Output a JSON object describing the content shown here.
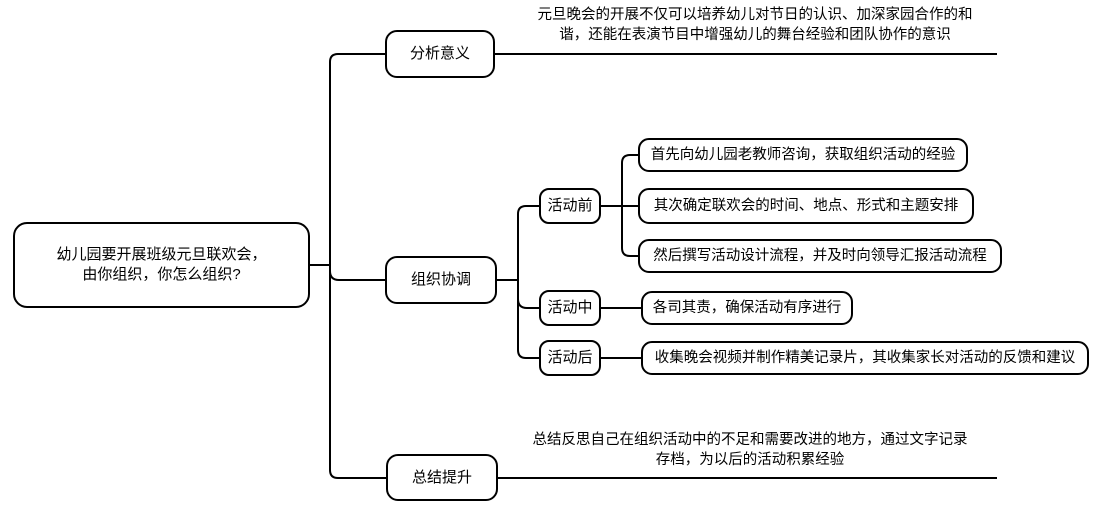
{
  "mindmap": {
    "root": {
      "text": "幼儿园要开展班级元旦联欢会，\n由你组织，你怎么组织?"
    },
    "branches": [
      {
        "label": "分析意义",
        "note": "元旦晚会的开展不仅可以培养幼儿对节日的认识、加深家园合作的和\n谐，还能在表演节目中增强幼儿的舞台经验和团队协作的意识"
      },
      {
        "label": "组织协调",
        "phases": [
          {
            "label": "活动前",
            "items": [
              "首先向幼儿园老教师咨询，获取组织活动的经验",
              "其次确定联欢会的时间、地点、形式和主题安排",
              "然后撰写活动设计流程，并及时向领导汇报活动流程"
            ]
          },
          {
            "label": "活动中",
            "items": [
              "各司其责，确保活动有序进行"
            ]
          },
          {
            "label": "活动后",
            "items": [
              "收集晚会视频并制作精美记录片，其收集家长对活动的反馈和建议"
            ]
          }
        ]
      },
      {
        "label": "总结提升",
        "note": "总结反思自己在组织活动中的不足和需要改进的地方，通过文字记录\n存档，为以后的活动积累经验"
      }
    ],
    "colors": {
      "stroke": "#000000",
      "node_fill": "#ffffff",
      "text": "#000000",
      "background": "#ffffff"
    }
  }
}
